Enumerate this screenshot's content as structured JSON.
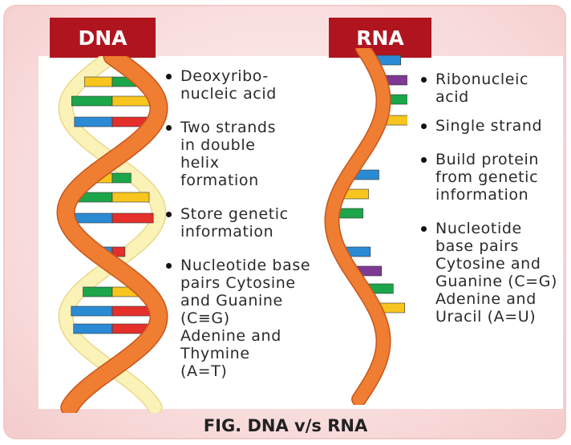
{
  "dna": {
    "title": "DNA",
    "points": [
      "Deoxyribo-\nnucleic acid",
      "Two strands\nin double\nhelix\nformation",
      "Store genetic\ninformation",
      "Nucleotide base\npairs Cytosine\nand Guanine\n(C≡G)\nAdenine and\nThymine\n(A=T)"
    ]
  },
  "rna": {
    "title": "RNA",
    "points": [
      "Ribonucleic\nacid",
      "Single strand",
      "Build protein\nfrom genetic\ninformation",
      "Nucleotide\nbase pairs\nCytosine and\nGuanine (C=G)\nAdenine and\nUracil (A=U)"
    ]
  },
  "caption": "FIG. DNA v/s RNA",
  "colors": {
    "strand": "#ef7d32",
    "strand_dark": "#c8561a",
    "backbone_light": "#fbf2b8",
    "label_bg": "#b0151f",
    "base_blue": "#2a8ad4",
    "base_red": "#e42f2b",
    "base_yellow": "#f7c51e",
    "base_green": "#1ca64a",
    "base_purple": "#7e3a92"
  }
}
